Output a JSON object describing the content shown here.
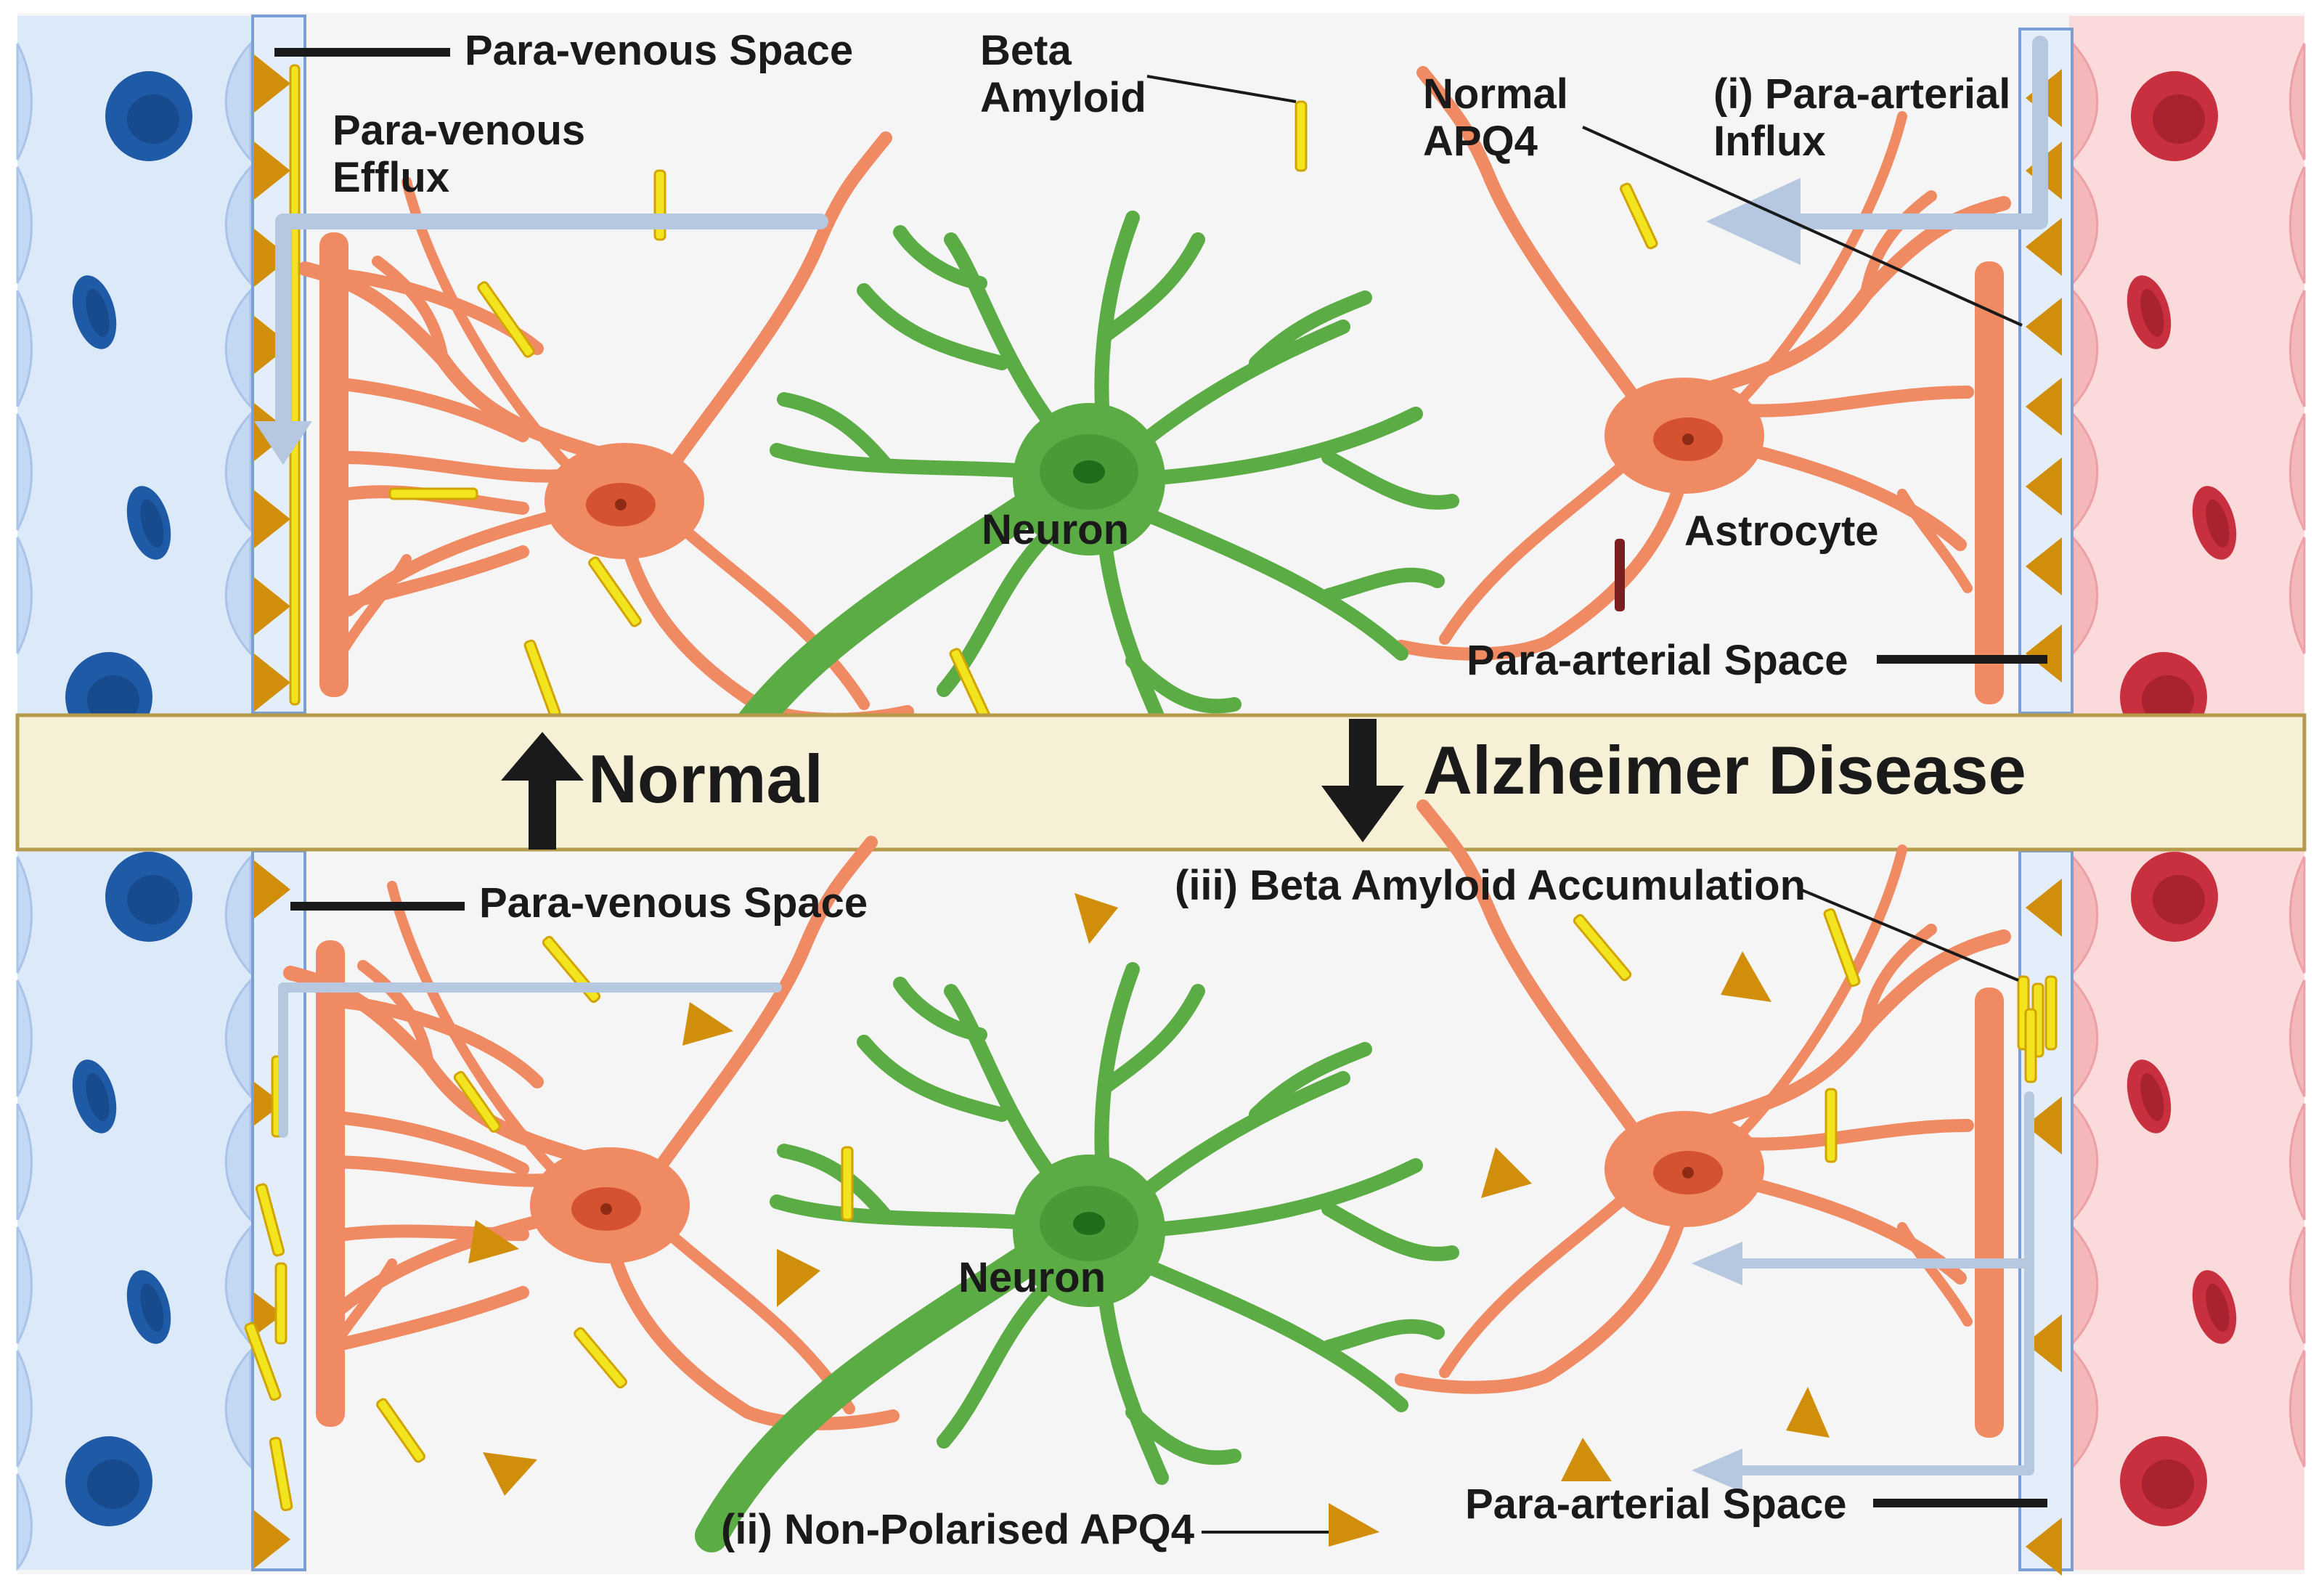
{
  "colors": {
    "background": "#ffffff",
    "tissue": "#f5f5f5",
    "vein": "#dbe9f9",
    "vein_cell": "#c3d8f2",
    "artery": "#fadadb",
    "artery_cell": "#f4b8bb",
    "venous_rbc": "#1f5aa6",
    "arterial_rbc": "#c8303f",
    "divider_band": "#f5f0d6",
    "astrocyte": "#ef8a63",
    "astrocyte_nucleus": "#d4522f",
    "neuron": "#5cac45",
    "neuron_nucleus": "#3d8c2c",
    "aqp4": "#d18e0a",
    "beta_amyloid": "#f2e41e",
    "flow_arrow": "#b5c8df",
    "text": "#1a1a1a"
  },
  "top_panel": {
    "labels": {
      "para_venous_space": "Para-venous Space",
      "para_venous_efflux": "Para-venous Efflux",
      "beta_amyloid": "Beta Amyloid",
      "normal_apq4": "Normal APQ4",
      "para_arterial_influx": "(i) Para-arterial Influx",
      "neuron": "Neuron",
      "astrocyte": "Astrocyte",
      "para_arterial_space": "Para-arterial Space"
    }
  },
  "divider": {
    "normal": "Normal",
    "alzheimer": "Alzheimer Disease"
  },
  "bottom_panel": {
    "labels": {
      "para_venous_space": "Para-venous Space",
      "beta_amyloid_accumulation": "(iii) Beta Amyloid Accumulation",
      "neuron": "Neuron",
      "para_arterial_space": "Para-arterial Space",
      "non_polarised_apq4": "(ii) Non-Polarised APQ4"
    }
  },
  "icons": [
    "red-blood-cell-icon",
    "aquaporin-4-icon",
    "beta-amyloid-icon",
    "flow-arrow-icon",
    "up-arrow-icon",
    "down-arrow-icon"
  ]
}
